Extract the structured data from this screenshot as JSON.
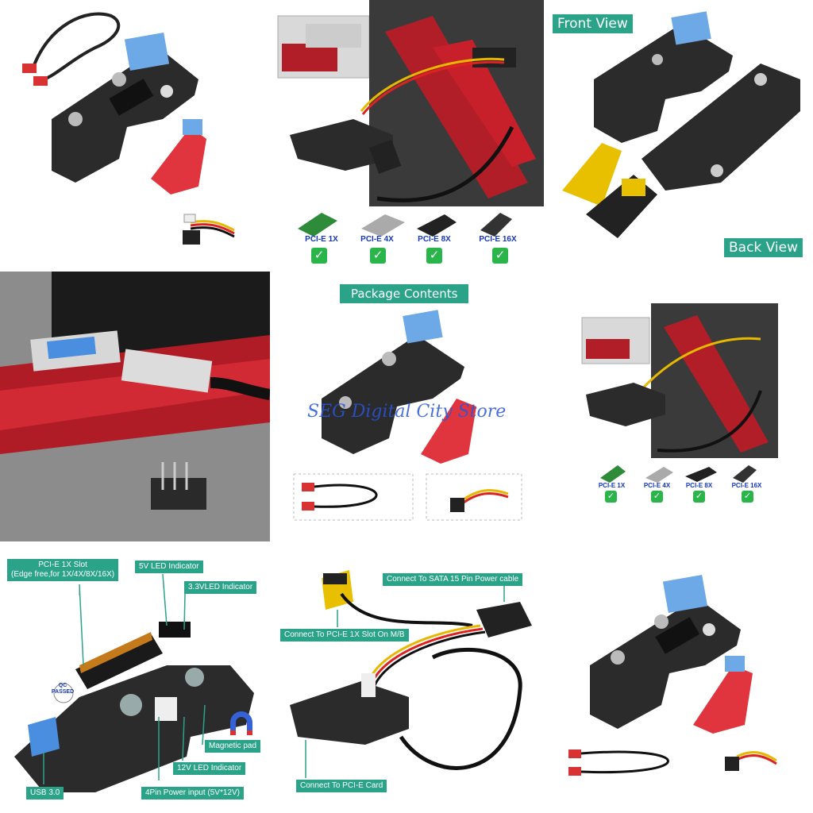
{
  "tile2": {
    "cards": [
      "PCI-E 1X",
      "PCI-E 4X",
      "PCI-E 8X",
      "PCI-E 16X"
    ],
    "check_glyph": "✓"
  },
  "tile3": {
    "front_label": "Front View",
    "back_label": "Back View"
  },
  "tile5": {
    "title": "Package Contents",
    "watermark": "SEG Digital City Store"
  },
  "tile6": {
    "cards": [
      "PCI-E 1X",
      "PCI-E 4X",
      "PCI-E 8X",
      "PCI-E 16X"
    ],
    "check_glyph": "✓"
  },
  "tile7": {
    "pcie_slot": "PCI-E 1X Slot\n(Edge free,for 1X/4X/8X/16X)",
    "led5v": "5V LED Indicator",
    "led33": "3.3VLED Indicator",
    "magnetic": "Magnetic pad",
    "led12": "12V  LED Indicator",
    "usb": "USB  3.0",
    "power": "4Pin Power input (5V*12V)",
    "qc_line1": "QC",
    "qc_line2": "PASSED"
  },
  "tile8": {
    "sata": "Connect To SATA 15 Pin Power cable",
    "mb": "Connect To PCI-E 1X Slot On M/B",
    "card": "Connect To PCI-E Card"
  },
  "colors": {
    "accent": "#2aa389",
    "pcb": "#2b2b2b",
    "red_slot": "#c8202a",
    "check": "#2ab54a"
  }
}
